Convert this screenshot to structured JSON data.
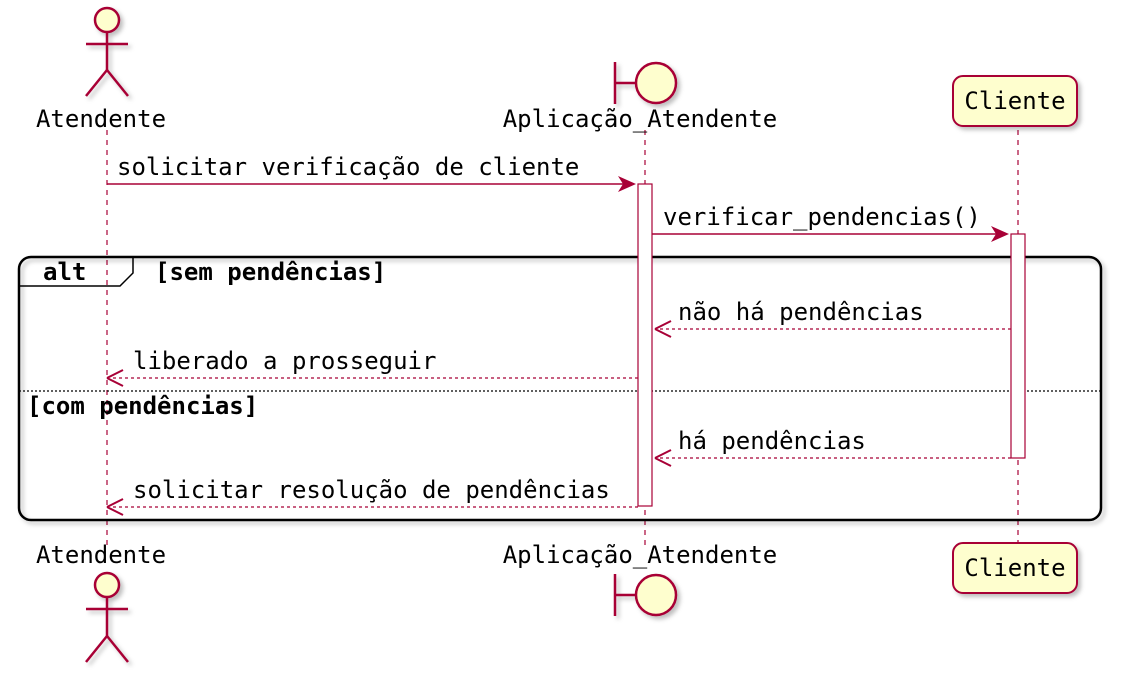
{
  "participants": {
    "atendente": {
      "label": "Atendente",
      "kind": "actor"
    },
    "aplicacao": {
      "label": "Aplicação_Atendente",
      "kind": "boundary"
    },
    "cliente": {
      "label": "Cliente",
      "kind": "participant"
    }
  },
  "messages": [
    {
      "from": "atendente",
      "to": "aplicacao",
      "label": "solicitar verificação de cliente",
      "style": "solid"
    },
    {
      "from": "aplicacao",
      "to": "cliente",
      "label": "verificar_pendencias()",
      "style": "solid"
    },
    {
      "from": "cliente",
      "to": "aplicacao",
      "label": "não há pendências",
      "style": "dashed"
    },
    {
      "from": "aplicacao",
      "to": "atendente",
      "label": "liberado a prosseguir",
      "style": "dashed"
    },
    {
      "from": "cliente",
      "to": "aplicacao",
      "label": "há pendências",
      "style": "dashed"
    },
    {
      "from": "aplicacao",
      "to": "atendente",
      "label": "solicitar resolução de pendências",
      "style": "dashed"
    }
  ],
  "fragment": {
    "operator": "alt",
    "guard_1": "[sem pendências]",
    "guard_2": "[com pendências]"
  },
  "colors": {
    "line": "#A80036",
    "fill": "#FEFECE",
    "frame": "#000000",
    "background": "#FFFFFF"
  }
}
